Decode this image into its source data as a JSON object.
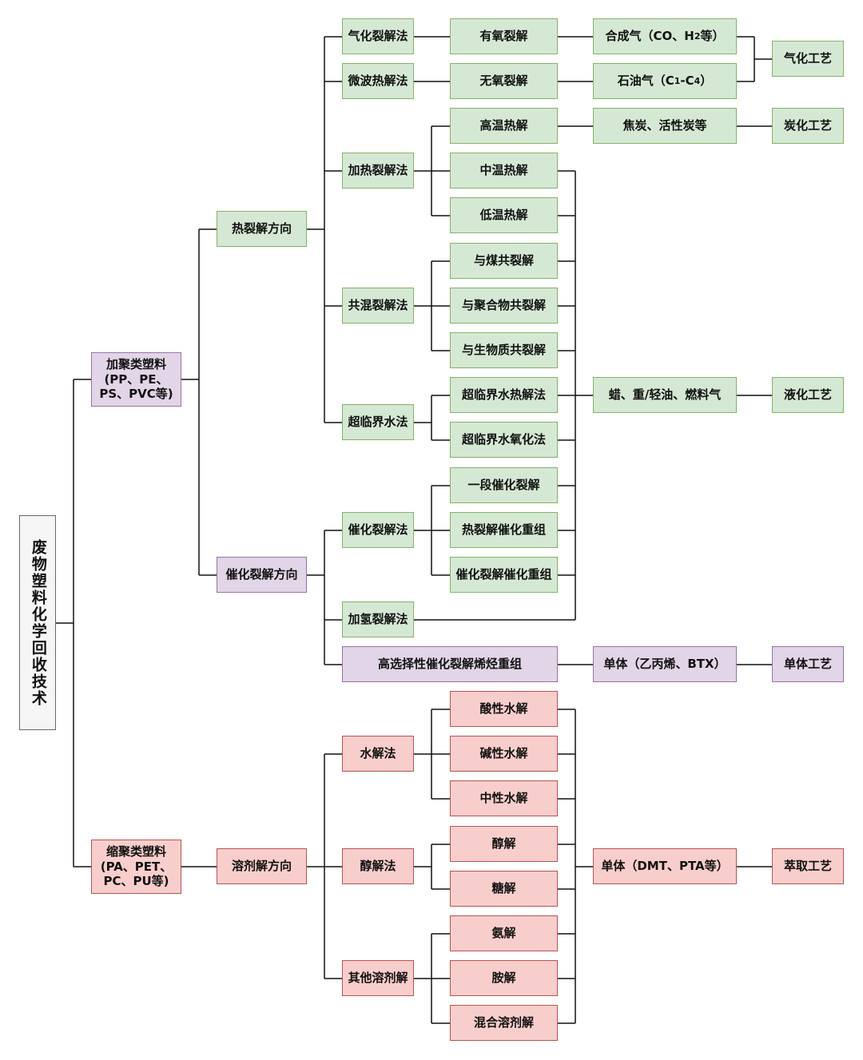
{
  "root": "废物塑料化学回收技术",
  "plastics": {
    "addition": "加聚类塑料\n(PP、PE、\nPS、PVC等)",
    "condensation": "缩聚类塑料\n(PA、PET、\nPC、PU等)"
  },
  "directions": {
    "thermal": "热裂解方向",
    "catalytic": "催化裂解方向",
    "solvent": "溶剂解方向"
  },
  "methods": {
    "gasification": "气化裂解法",
    "microwave": "微波热解法",
    "heating": "加热裂解法",
    "copyrolysis": "共混裂解法",
    "supercritical": "超临界水法",
    "catalytic_cracking": "催化裂解法",
    "hydrocracking": "加氢裂解法",
    "selective": "高选择性催化裂解烯烃重组",
    "hydrolysis": "水解法",
    "alcoholysis": "醇解法",
    "other_solvolysis": "其他溶剂解"
  },
  "sub_methods": {
    "aerobic": "有氧裂解",
    "anaerobic": "无氧裂解",
    "high_temp": "高温热解",
    "mid_temp": "中温热解",
    "low_temp": "低温热解",
    "with_coal": "与煤共裂解",
    "with_polymer": "与聚合物共裂解",
    "with_biomass": "与生物质共裂解",
    "scw_pyrolysis": "超临界水热解法",
    "scw_oxidation": "超临界水氧化法",
    "one_stage": "一段催化裂解",
    "pyro_reform": "热裂解催化重组",
    "cat_reform": "催化裂解催化重组",
    "acid": "酸性水解",
    "alkaline": "碱性水解",
    "neutral": "中性水解",
    "alcohol": "醇解",
    "glycol": "糖解",
    "ammonia": "氨解",
    "amine": "胺解",
    "mixed": "混合溶剂解"
  },
  "products": {
    "syngas_prefix": "合成气（CO、H",
    "syngas_sub": "2",
    "syngas_suffix": "等）",
    "petgas_prefix": "石油气（C",
    "petgas_sub1": "1",
    "petgas_mid": "-C",
    "petgas_sub2": "4",
    "petgas_suffix": "）",
    "coke": "焦炭、活性炭等",
    "wax_oil": "蜡、重/轻油、燃料气",
    "monomer_olefin": "单体（乙丙烯、BTX）",
    "monomer_dmt": "单体（DMT、PTA等）"
  },
  "processes": {
    "gasify": "气化工艺",
    "carbonize": "炭化工艺",
    "liquefy": "液化工艺",
    "monomer": "单体工艺",
    "extract": "萃取工艺"
  }
}
